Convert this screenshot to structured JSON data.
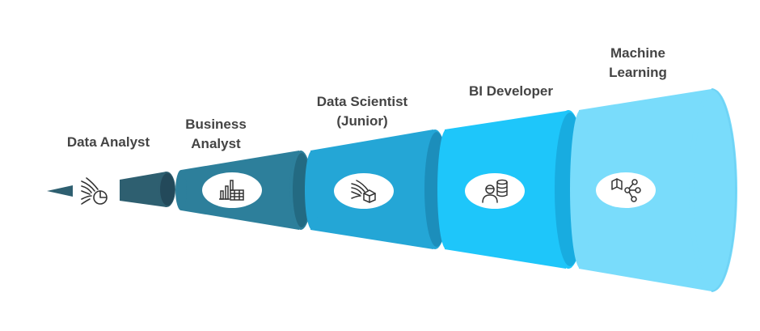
{
  "diagram": {
    "stages": [
      {
        "label": "Data Analyst",
        "icon": "data-pie-chart-icon"
      },
      {
        "label": "Business\nAnalyst",
        "icon": "bar-chart-table-icon"
      },
      {
        "label": "Data Scientist\n(Junior)",
        "icon": "data-cube-icon"
      },
      {
        "label": "BI Developer",
        "icon": "developer-database-icon"
      },
      {
        "label": "Machine\nLearning",
        "icon": "model-network-icon"
      }
    ],
    "colors": {
      "stage1": "#2e5f70",
      "stage2": "#2d7f9b",
      "stage3": "#24a6d6",
      "stage4": "#1ec6fa",
      "stage5": "#79dcfb",
      "label": "#444444"
    }
  }
}
